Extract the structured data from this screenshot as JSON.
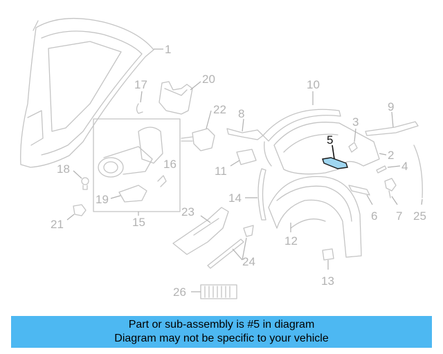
{
  "diagram": {
    "callouts": {
      "c1": "1",
      "c2": "2",
      "c3": "3",
      "c4": "4",
      "c5": "5",
      "c6": "6",
      "c7": "7",
      "c8": "8",
      "c9": "9",
      "c10": "10",
      "c11": "11",
      "c12": "12",
      "c13": "13",
      "c14": "14",
      "c15": "15",
      "c16": "16",
      "c17": "17",
      "c18": "18",
      "c19": "19",
      "c20": "20",
      "c21": "21",
      "c22": "22",
      "c23": "23",
      "c24": "24",
      "c25": "25",
      "c26": "26"
    },
    "highlighted_part": "5",
    "highlight_color": "#9fd6f0"
  },
  "banner": {
    "line1": "Part or sub-assembly is #5 in diagram",
    "line2": "Diagram may not be specific to your vehicle",
    "background": "#4db8f2"
  }
}
